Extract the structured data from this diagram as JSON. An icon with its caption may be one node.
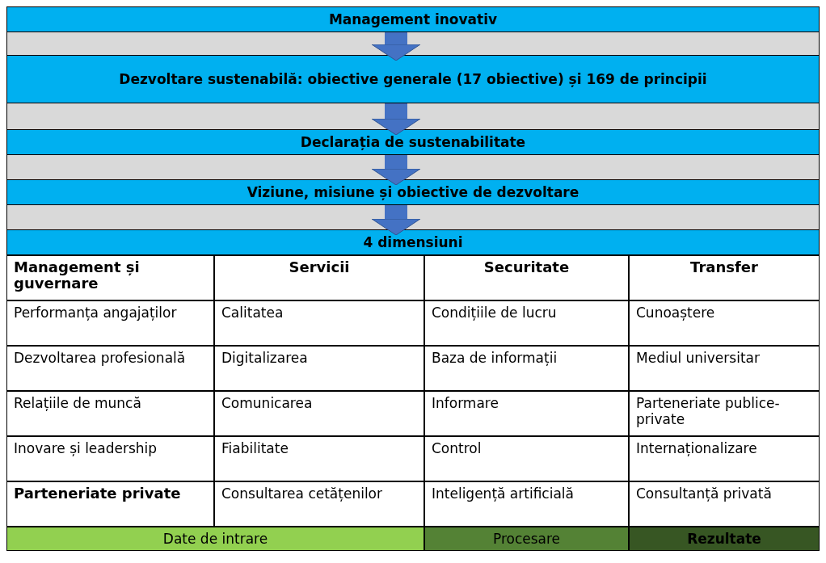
{
  "diagram": {
    "nodes": [
      {
        "text": [
          "Management inovativ"
        ]
      },
      {
        "text": [
          "Dezvoltare sustenabilă: obiective generale (17 obiective) și 169 de principii"
        ]
      },
      {
        "text": [
          "Declarația de sustenabilitate"
        ]
      },
      {
        "text": [
          "Viziune, misiune și obiective de dezvoltare"
        ]
      },
      {
        "text": [
          "4 dimensiuni"
        ]
      }
    ],
    "edges": [
      {
        "from": 0,
        "to": 1,
        "arrow": "to"
      },
      {
        "from": 1,
        "to": 2,
        "arrow": "to"
      },
      {
        "from": 2,
        "to": 3,
        "arrow": "to"
      },
      {
        "from": 3,
        "to": 4,
        "arrow": "to"
      }
    ],
    "labels": [
      "Management și guvernare",
      "Servicii",
      "Securitate",
      "Transfer",
      "Performanța angajaților",
      "Calitatea",
      "Condițiile de lucru",
      "Cunoaștere",
      "Dezvoltarea profesională",
      "Digitalizarea",
      "Baza de informații",
      "Mediul universitar",
      "Relațiile de muncă",
      "Comunicarea",
      "Informare",
      "Parteneriate publice-private",
      "Inovare și leadership",
      "Fiabilitate",
      "Control",
      "Internaționalizare",
      "Parteneriate private",
      "Consultarea cetățenilor",
      "Inteligență artificială",
      "Consultanță privată",
      "Date de intrare",
      "Procesare",
      "Rezultate"
    ]
  }
}
